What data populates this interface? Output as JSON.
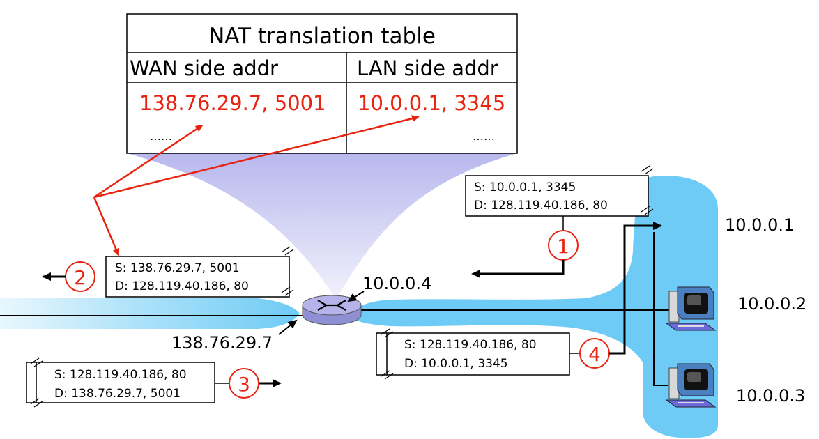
{
  "nat_table": {
    "title": "NAT translation table",
    "col_wan": "WAN side addr",
    "col_lan": "LAN side addr",
    "row_wan": "138.76.29.7, 5001",
    "row_lan": "10.0.0.1, 3345",
    "ellipsis_wan": "……",
    "ellipsis_lan": "……"
  },
  "packets": {
    "p1": {
      "src": "S: 10.0.0.1, 3345",
      "dst": "D: 128.119.40.186, 80",
      "step": "1"
    },
    "p2": {
      "src": "S: 138.76.29.7, 5001",
      "dst": "D: 128.119.40.186, 80",
      "step": "2"
    },
    "p3": {
      "src": "S: 128.119.40.186, 80",
      "dst": "D: 138.76.29.7, 5001",
      "step": "3"
    },
    "p4": {
      "src": "S: 128.119.40.186, 80",
      "dst": "D: 10.0.0.1, 3345",
      "step": "4"
    }
  },
  "addresses": {
    "router_lan": "10.0.0.4",
    "router_wan": "138.76.29.7",
    "host1": "10.0.0.1",
    "host2": "10.0.0.2",
    "host3": "10.0.0.3"
  },
  "colors": {
    "accent": "#e8230f",
    "lan": "#6ecbf5",
    "cone": "#c9c9f2",
    "router": "#a9a9e3"
  },
  "icons": [
    "router-icon",
    "computer-icon"
  ]
}
